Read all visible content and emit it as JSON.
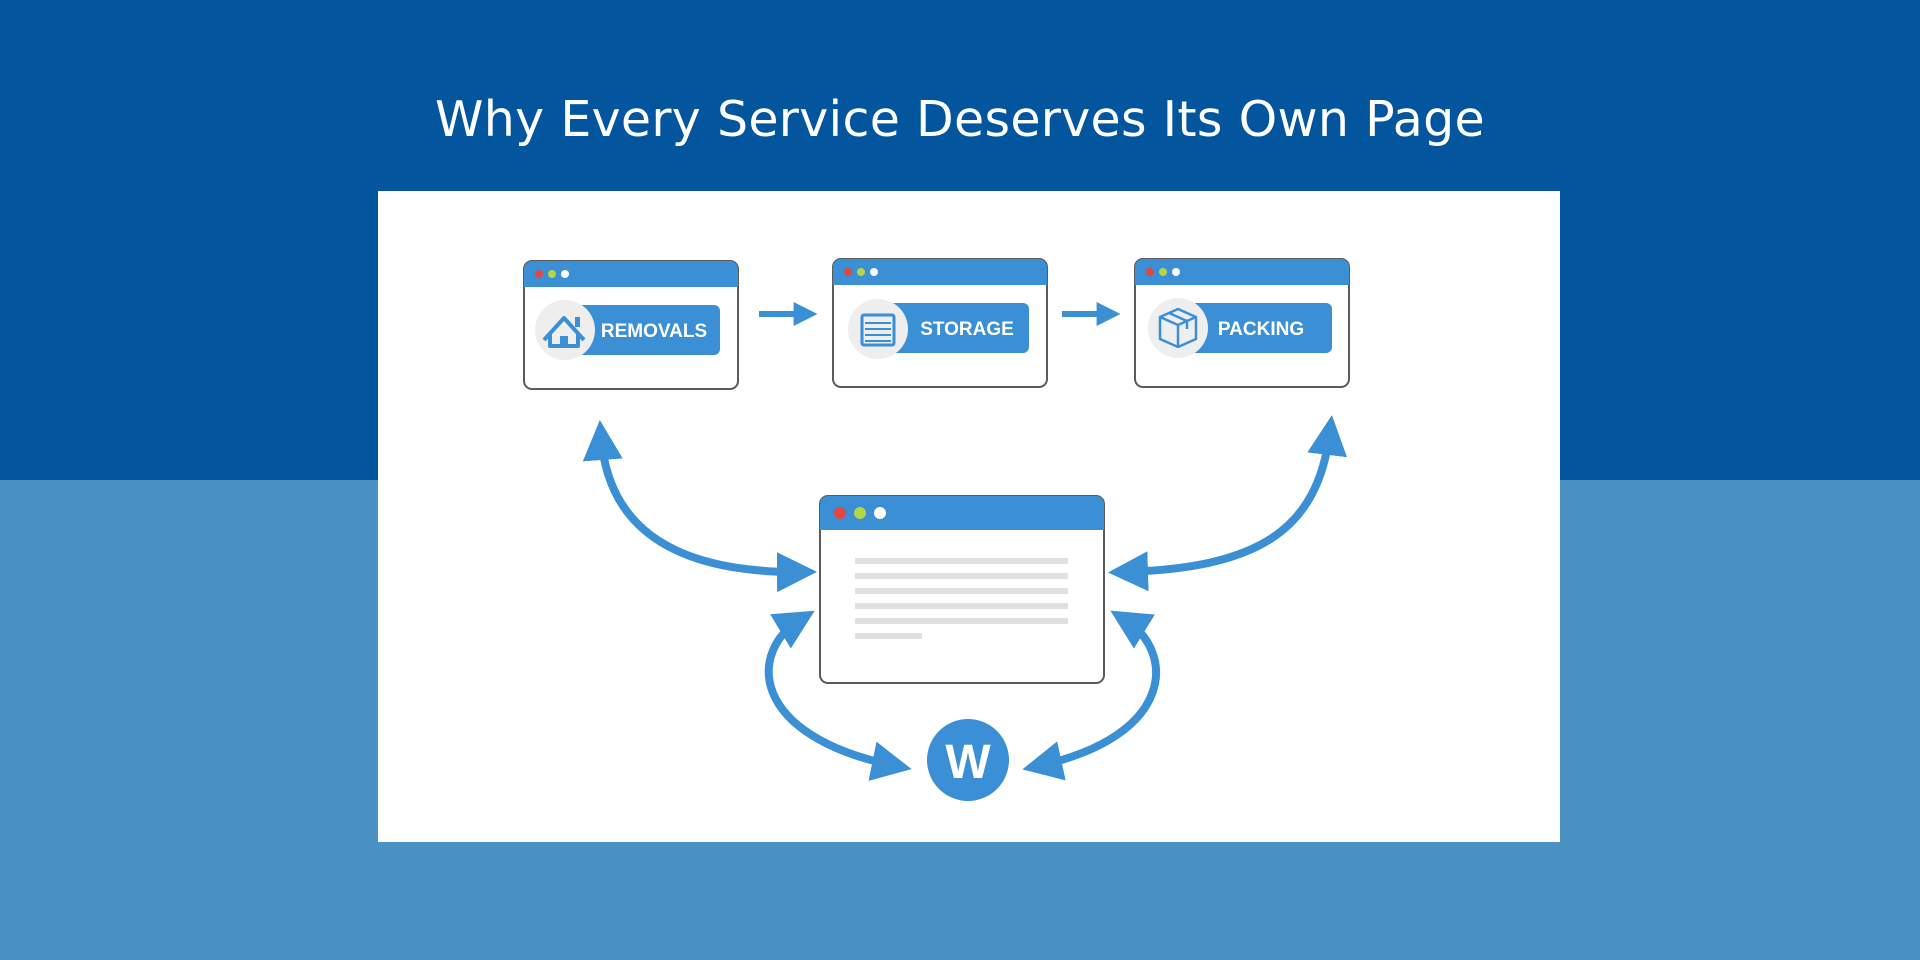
{
  "title": "Why Every Service Deserves Its Own Page",
  "colors": {
    "top_band": "#03569e",
    "bottom_band": "#4a92c4",
    "accent": "#3b8fd4",
    "window_border": "#5b5b5b",
    "dot_red": "#e5473f",
    "dot_green": "#b4d645",
    "dot_white": "#ffffff",
    "text_line": "#e0e0e0"
  },
  "diagram": {
    "service_pages": [
      {
        "label": "REMOVALS",
        "icon": "house-icon"
      },
      {
        "label": "STORAGE",
        "icon": "storage-unit-icon"
      },
      {
        "label": "PACKING",
        "icon": "box-icon"
      }
    ],
    "hub_page": {
      "icon": "document-lines-icon"
    },
    "search_node": {
      "label": "W"
    }
  }
}
